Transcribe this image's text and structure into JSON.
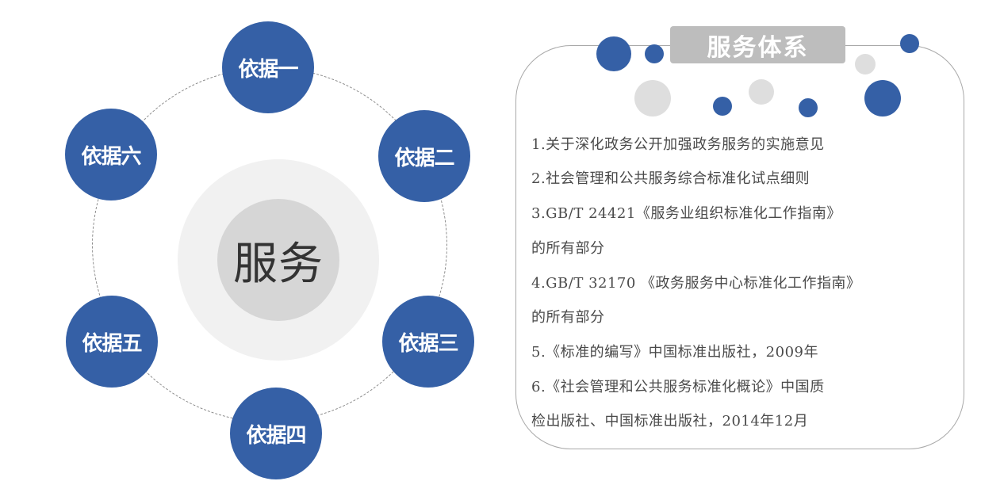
{
  "center": {
    "label": "服务"
  },
  "nodes": [
    "依据一",
    "依据二",
    "依据三",
    "依据四",
    "依据五",
    "依据六"
  ],
  "panel": {
    "title": "服务体系",
    "lines": [
      "1.关于深化政务公开加强政务服务的实施意见",
      "2.社会管理和公共服务综合标准化试点细则",
      "3.GB/T 24421《服务业组织标准化工作指南》",
      "的所有部分",
      "4.GB/T 32170 《政务服务中心标准化工作指南》",
      "的所有部分",
      "5.《标准的编写》中国标准出版社，2009年",
      "6.《社会管理和公共服务标准化概论》中国质",
      "检出版社、中国标准出版社，2014年12月"
    ]
  },
  "colors": {
    "node": "#3560a6",
    "tab": "#bdbdbd",
    "core": "#d6d6d6",
    "halo": "#f1f1f1"
  }
}
